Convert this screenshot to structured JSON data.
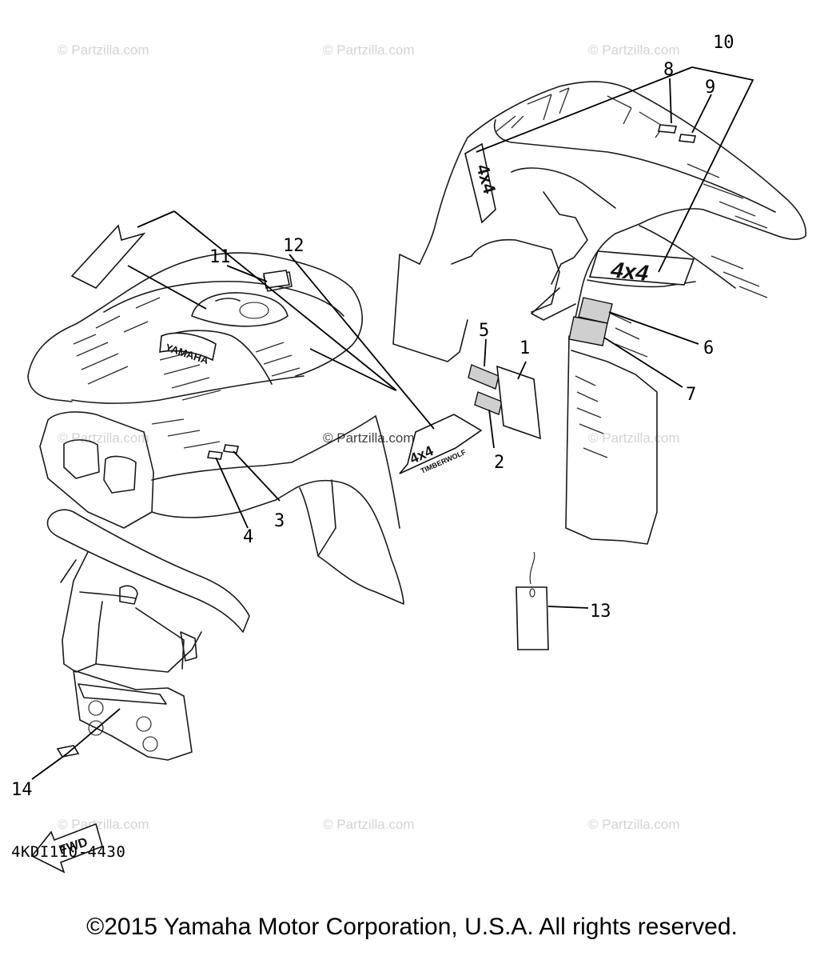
{
  "watermark": "© Partzilla.com",
  "callouts": [
    "1",
    "2",
    "3",
    "4",
    "5",
    "6",
    "7",
    "8",
    "9",
    "10",
    "11",
    "12",
    "13",
    "14"
  ],
  "decals": {
    "model_4x4": "4x4",
    "brand": "YAMAHA",
    "timberwolf_small": "4x4",
    "timberwolf_name": "TIMBERWOLF",
    "fwd": "FWD"
  },
  "diagram_code": "4KDI110-4430",
  "copyright": "©2015 Yamaha Motor Corporation, U.S.A. All rights reserved."
}
